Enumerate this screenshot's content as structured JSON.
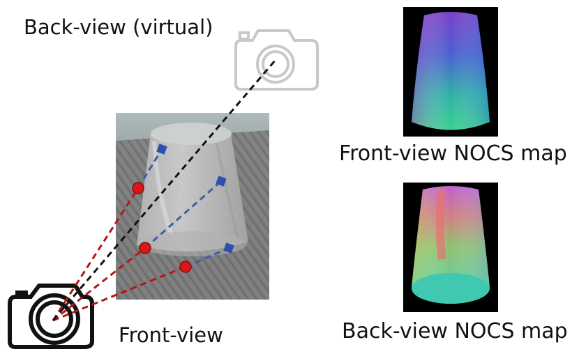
{
  "labels": {
    "back_view": "Back-view (virtual)",
    "front_view": "Front-view",
    "front_nocs": "Front-view NOCS map",
    "back_nocs": "Back-view NOCS map"
  },
  "colors": {
    "ray_red": "#b01818",
    "ray_blue": "#3a5fa8",
    "ray_black": "#111111",
    "point_red": "#d81818",
    "point_blue": "#2c4fb0",
    "virtual_camera": "#c8c8c8"
  },
  "icons": {
    "front_camera": "camera-icon",
    "back_camera": "camera-icon"
  }
}
